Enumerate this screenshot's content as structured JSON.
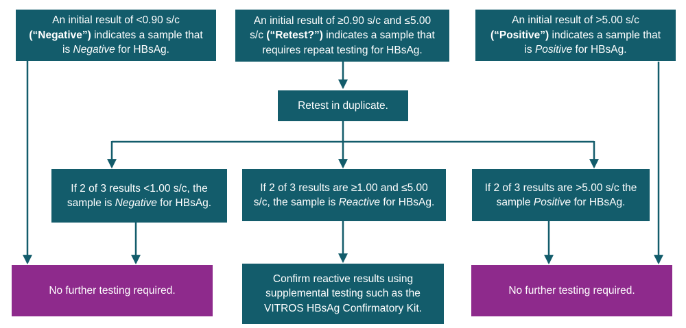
{
  "colors": {
    "teal": "#135C6B",
    "purple": "#8E2A8C",
    "text": "#FFFFFF",
    "background": "#FFFFFF"
  },
  "flowchart": {
    "nodes": {
      "initial_negative": {
        "rich": [
          {
            "t": "An initial result of <0.90 s/c"
          },
          {
            "br": true
          },
          {
            "t": "(“Negative”)",
            "b": true
          },
          {
            "t": " indicates a sample that"
          },
          {
            "br": true
          },
          {
            "t": "is "
          },
          {
            "t": "Negative",
            "i": true
          },
          {
            "t": " for HBsAg."
          }
        ]
      },
      "initial_retest": {
        "rich": [
          {
            "t": "An initial result of ≥0.90 s/c and ≤5.00"
          },
          {
            "br": true
          },
          {
            "t": "s/c "
          },
          {
            "t": "(“Retest?”)",
            "b": true
          },
          {
            "t": " indicates a sample that"
          },
          {
            "br": true
          },
          {
            "t": "requires repeat testing for HBsAg."
          }
        ]
      },
      "initial_positive": {
        "rich": [
          {
            "t": "An initial result of >5.00 s/c"
          },
          {
            "br": true
          },
          {
            "t": "(“Positive”)",
            "b": true
          },
          {
            "t": " indicates a sample that"
          },
          {
            "br": true
          },
          {
            "t": "is "
          },
          {
            "t": "Positive",
            "i": true
          },
          {
            "t": " for HBsAg."
          }
        ]
      },
      "retest_in_duplicate": {
        "label": "Retest in duplicate."
      },
      "retest_negative": {
        "rich": [
          {
            "t": "If 2 of 3 results <1.00 s/c, the"
          },
          {
            "br": true
          },
          {
            "t": "sample is "
          },
          {
            "t": "Negative",
            "i": true
          },
          {
            "t": " for HBsAg."
          }
        ]
      },
      "retest_reactive": {
        "rich": [
          {
            "t": "If 2 of 3 results are ≥1.00 and ≤5.00"
          },
          {
            "br": true
          },
          {
            "t": "s/c, the sample is "
          },
          {
            "t": "Reactive",
            "i": true
          },
          {
            "t": " for HBsAg."
          }
        ]
      },
      "retest_positive": {
        "rich": [
          {
            "t": "If 2 of 3 results are >5.00 s/c the"
          },
          {
            "br": true
          },
          {
            "t": "sample "
          },
          {
            "t": "Positive",
            "i": true
          },
          {
            "t": " for HBsAg."
          }
        ]
      },
      "no_further_left": {
        "label": "No further testing required."
      },
      "confirm_reactive": {
        "rich": [
          {
            "t": "Confirm reactive results using"
          },
          {
            "br": true
          },
          {
            "t": "supplemental testing such as the"
          },
          {
            "br": true
          },
          {
            "t": "VITROS HBsAg Confirmatory Kit."
          }
        ]
      },
      "no_further_right": {
        "label": "No further testing required."
      }
    }
  }
}
